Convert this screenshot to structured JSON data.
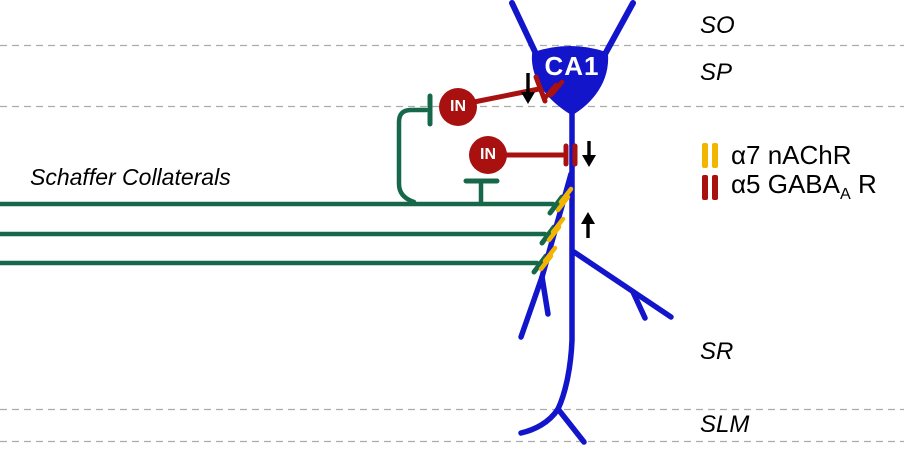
{
  "labels": {
    "soma": "CA1",
    "interneuron1": "IN",
    "interneuron2": "IN",
    "pathway": "Schaffer Collaterals"
  },
  "layers": {
    "so": "SO",
    "sp": "SP",
    "sr": "SR",
    "slm": "SLM"
  },
  "legend": {
    "a7": {
      "label": "α7 nAChR"
    },
    "a5": {
      "prefix": "α5 GABA",
      "sub": "A",
      "suffix": " R"
    }
  },
  "annotations": {
    "arrows": [
      {
        "direction": "down",
        "location": "soma-inhibitory-synapse"
      },
      {
        "direction": "down",
        "location": "apical-dendrite-inhibitory-synapse"
      },
      {
        "direction": "up",
        "location": "apical-dendrite-sr"
      }
    ]
  },
  "colors": {
    "neuron_blue": "#1315CB",
    "inhibitory_red": "#A81110",
    "collateral_green": "#17684A",
    "nachr_yellow": "#F2B600",
    "boundary_gray": "#ABABAB",
    "text_black": "#000000",
    "label_white": "#FFFFFF"
  }
}
